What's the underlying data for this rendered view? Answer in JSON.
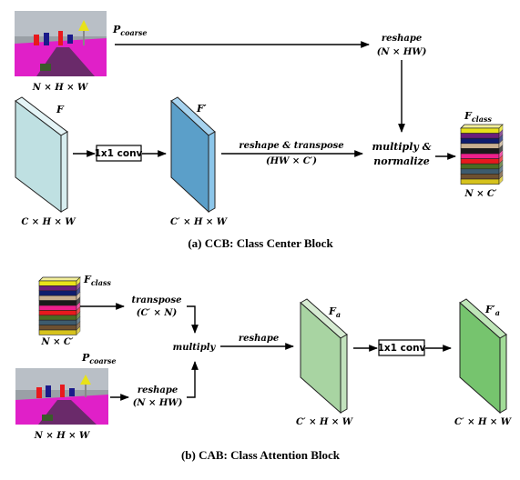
{
  "ccb": {
    "p_coarse": "P",
    "p_coarse_sub": "coarse",
    "p_coarse_dim": "N × H × W",
    "f": "F",
    "f_dim": "C × H × W",
    "conv": "1x1 conv",
    "f_prime": "F′",
    "f_prime_dim": "C′ × H × W",
    "reshape_top": "reshape",
    "reshape_top_dim": "(N × HW)",
    "reshape_transpose": "reshape & transpose",
    "reshape_transpose_dim": "(HW × C′)",
    "multiply_normalize_1": "multiply &",
    "multiply_normalize_2": "normalize",
    "f_class": "F",
    "f_class_sub": "class",
    "f_class_dim": "N × C′",
    "caption": "(a) CCB: Class Center Block"
  },
  "cab": {
    "f_class": "F",
    "f_class_sub": "class",
    "f_class_dim": "N × C′",
    "transpose": "transpose",
    "transpose_dim": "(C′ × N)",
    "multiply": "multiply",
    "reshape_mid": "reshape",
    "p_coarse": "P",
    "p_coarse_sub": "coarse",
    "p_coarse_dim": "N × H × W",
    "reshape_low": "reshape",
    "reshape_low_dim": "(N × HW)",
    "f_a": "F",
    "f_a_sub": "a",
    "f_a_dim": "C′ × H × W",
    "conv": "1x1 conv",
    "f_a_prime": "F′",
    "f_a_prime_sub": "a",
    "f_a_prime_dim": "C′ × H × W",
    "caption": "(b) CAB: Class Attention Block"
  },
  "colors": {
    "f_block": "#bfe0e2",
    "f_prime_block": "#5b9fc9",
    "f_a_block": "#a8d4a2",
    "f_a_prime_block": "#76c46e",
    "class_stripes": [
      "#e8e21a",
      "#6a1f7a",
      "#0f1e6e",
      "#c8b090",
      "#1a1a1a",
      "#ee1f8b",
      "#e8191d",
      "#4c6b22",
      "#3d5b6e",
      "#6e5030",
      "#d6c21c"
    ]
  }
}
